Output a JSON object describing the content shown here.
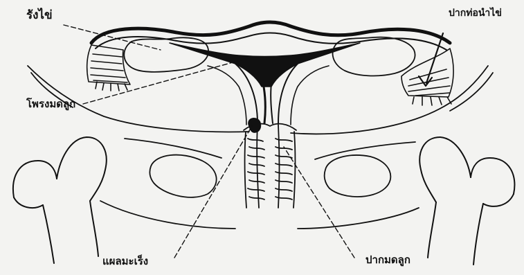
{
  "diagram": {
    "labels": {
      "ovary": "รังไข่",
      "tube_opening": "ปากท่อนำไข่",
      "uterus": "โพรงมดลูก",
      "ulcer": "แผลมะเร็ง",
      "cervix": "ปากมดลูก"
    },
    "colors": {
      "ink": "#111111",
      "paper": "#f3f3f1"
    }
  }
}
